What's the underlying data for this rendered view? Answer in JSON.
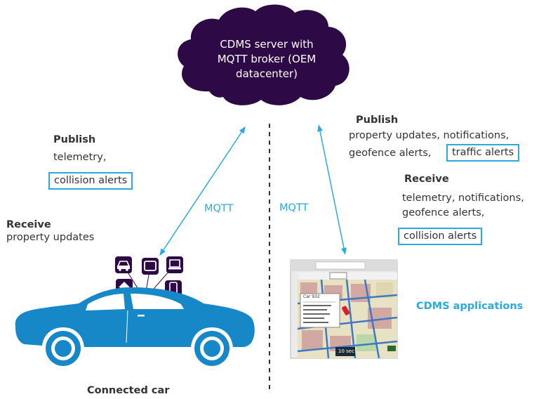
{
  "server": {
    "label_lines": [
      "CDMS server with",
      "MQTT broker (OEM",
      "datacenter)"
    ]
  },
  "left": {
    "publish_title": "Publish",
    "publish_items": [
      "telemetry,"
    ],
    "publish_highlight": "collision alerts",
    "receive_title": "Receive",
    "receive_items": [
      "property updates"
    ],
    "protocol": "MQTT",
    "device_label": "Connected car"
  },
  "right": {
    "publish_title": "Publish",
    "publish_line1": "property updates, notifications,",
    "publish_line2": "geofence alerts,",
    "publish_highlight": "traffic alerts",
    "receive_title": "Receive",
    "receive_line1": "telemetry, notifications,",
    "receive_line2": "geofence alerts,",
    "receive_highlight": "collision alerts",
    "protocol": "MQTT",
    "apps_label": "CDMS applications"
  },
  "map_screenshot": {
    "popup_title": "Car 932",
    "time_badge": "10 sec"
  },
  "colors": {
    "cloud": "#2d0a45",
    "accent": "#29abe2",
    "car": "#1688c8",
    "text": "#333333"
  },
  "icons": [
    "car-icon",
    "tablet-icon",
    "laptop-icon",
    "home-icon",
    "phone-icon",
    "fuel-icon"
  ]
}
